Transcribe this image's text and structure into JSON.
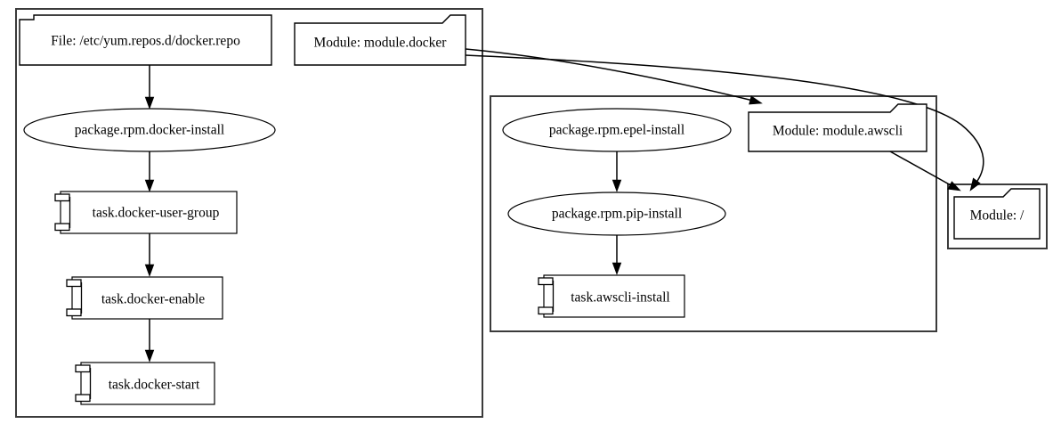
{
  "diagram": {
    "title": "module dependency graph",
    "background_color": "#ffffff",
    "stroke_color": "#000000",
    "cluster_stroke_color": "#3b3b3b",
    "clusters": [
      {
        "id": "cluster-docker",
        "label": ""
      },
      {
        "id": "cluster-awscli",
        "label": ""
      },
      {
        "id": "cluster-root",
        "label": ""
      }
    ],
    "nodes": {
      "file_docker_repo": {
        "label": "File: /etc/yum.repos.d/docker.repo",
        "shape": "note"
      },
      "module_docker": {
        "label": "Module: module.docker",
        "shape": "folder"
      },
      "package_docker_install": {
        "label": "package.rpm.docker-install",
        "shape": "ellipse"
      },
      "task_docker_user_group": {
        "label": "task.docker-user-group",
        "shape": "component"
      },
      "task_docker_enable": {
        "label": "task.docker-enable",
        "shape": "component"
      },
      "task_docker_start": {
        "label": "task.docker-start",
        "shape": "component"
      },
      "package_epel_install": {
        "label": "package.rpm.epel-install",
        "shape": "ellipse"
      },
      "package_pip_install": {
        "label": "package.rpm.pip-install",
        "shape": "ellipse"
      },
      "task_awscli_install": {
        "label": "task.awscli-install",
        "shape": "component"
      },
      "module_awscli": {
        "label": "Module: module.awscli",
        "shape": "folder"
      },
      "module_root": {
        "label": "Module: /",
        "shape": "folder"
      }
    },
    "edges": [
      {
        "from": "file_docker_repo",
        "to": "package_docker_install"
      },
      {
        "from": "package_docker_install",
        "to": "task_docker_user_group"
      },
      {
        "from": "task_docker_user_group",
        "to": "task_docker_enable"
      },
      {
        "from": "task_docker_enable",
        "to": "task_docker_start"
      },
      {
        "from": "module_docker",
        "to": "module_awscli"
      },
      {
        "from": "module_docker",
        "to": "module_root"
      },
      {
        "from": "module_awscli",
        "to": "module_root"
      },
      {
        "from": "package_epel_install",
        "to": "package_pip_install"
      },
      {
        "from": "package_pip_install",
        "to": "task_awscli_install"
      }
    ]
  }
}
